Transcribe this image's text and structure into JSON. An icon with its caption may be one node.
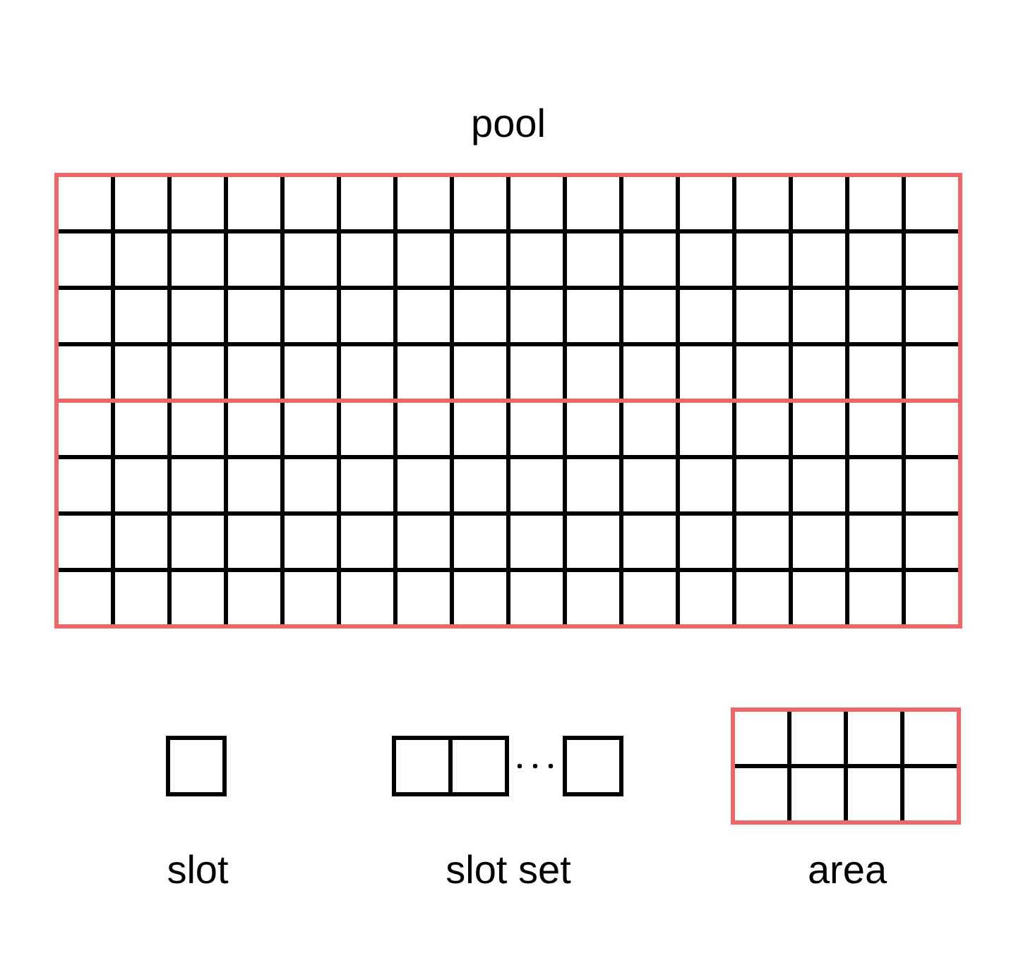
{
  "diagram": {
    "nodes": [
      {
        "text": [
          "pool"
        ]
      },
      {
        "text": [
          "slot"
        ]
      },
      {
        "text": [
          "slot set"
        ]
      },
      {
        "text": [
          "area"
        ]
      }
    ]
  }
}
